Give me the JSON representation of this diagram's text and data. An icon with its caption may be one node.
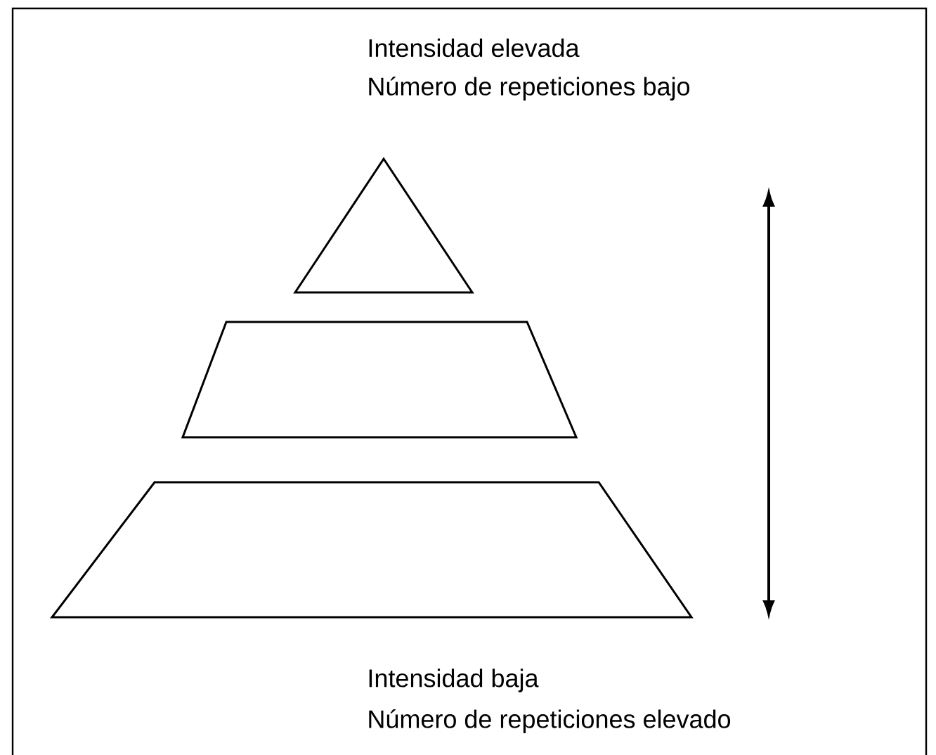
{
  "diagram": {
    "nodes": [
      {
        "text": [],
        "shape": "triangle"
      },
      {
        "text": [],
        "shape": "trapezoid"
      },
      {
        "text": [],
        "shape": "trapezoid"
      }
    ],
    "labels": [
      "Intensidad elevada",
      "Número de repeticiones bajo",
      "Intensidad baja",
      "Número de repeticiones elevado"
    ]
  }
}
